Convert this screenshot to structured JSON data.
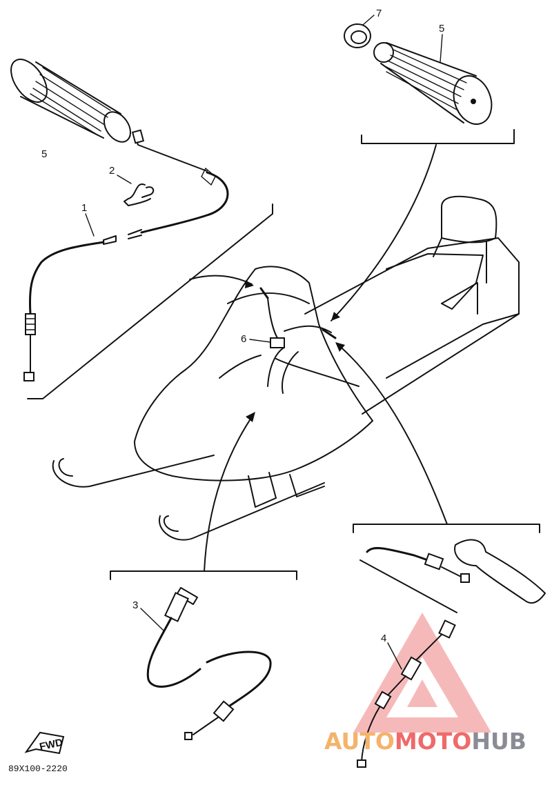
{
  "diagram": {
    "callouts": {
      "grip_left": "5",
      "grip_right": "5",
      "clip": "2",
      "throttle_cable": "1",
      "cable_3": "3",
      "brake_cable": "4",
      "holder": "6",
      "ring": "7"
    },
    "drawing_code": "89X100-2220",
    "fwd_label": "FWD"
  },
  "watermark": {
    "part1": "AUTO",
    "part2": "MOTO",
    "part3": "HUB",
    "colors": {
      "part1": "#f4b36b",
      "part2": "#ef6a6a",
      "part3": "#8b8b95",
      "triangle": "#f08080"
    }
  }
}
